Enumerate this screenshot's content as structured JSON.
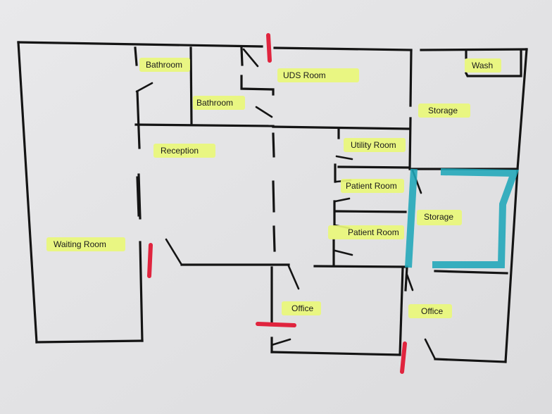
{
  "rooms": {
    "bathroom_1": "Bathroom",
    "bathroom_2": "Bathroom",
    "uds_room": "UDS Room",
    "wash": "Wash",
    "storage_1": "Storage",
    "reception": "Reception",
    "utility_room": "Utility Room",
    "patient_room_1": "Patient Room",
    "patient_room_2": "Patient Room",
    "storage_2": "Storage",
    "waiting_room": "Waiting Room",
    "office_1": "Office",
    "office_2": "Office"
  },
  "colors": {
    "wall": "#141414",
    "highlighter": "#e9f77a",
    "red_marker": "#e0243e",
    "blue_marker": "#1fa6b8",
    "paper": "#e4e4e6"
  }
}
